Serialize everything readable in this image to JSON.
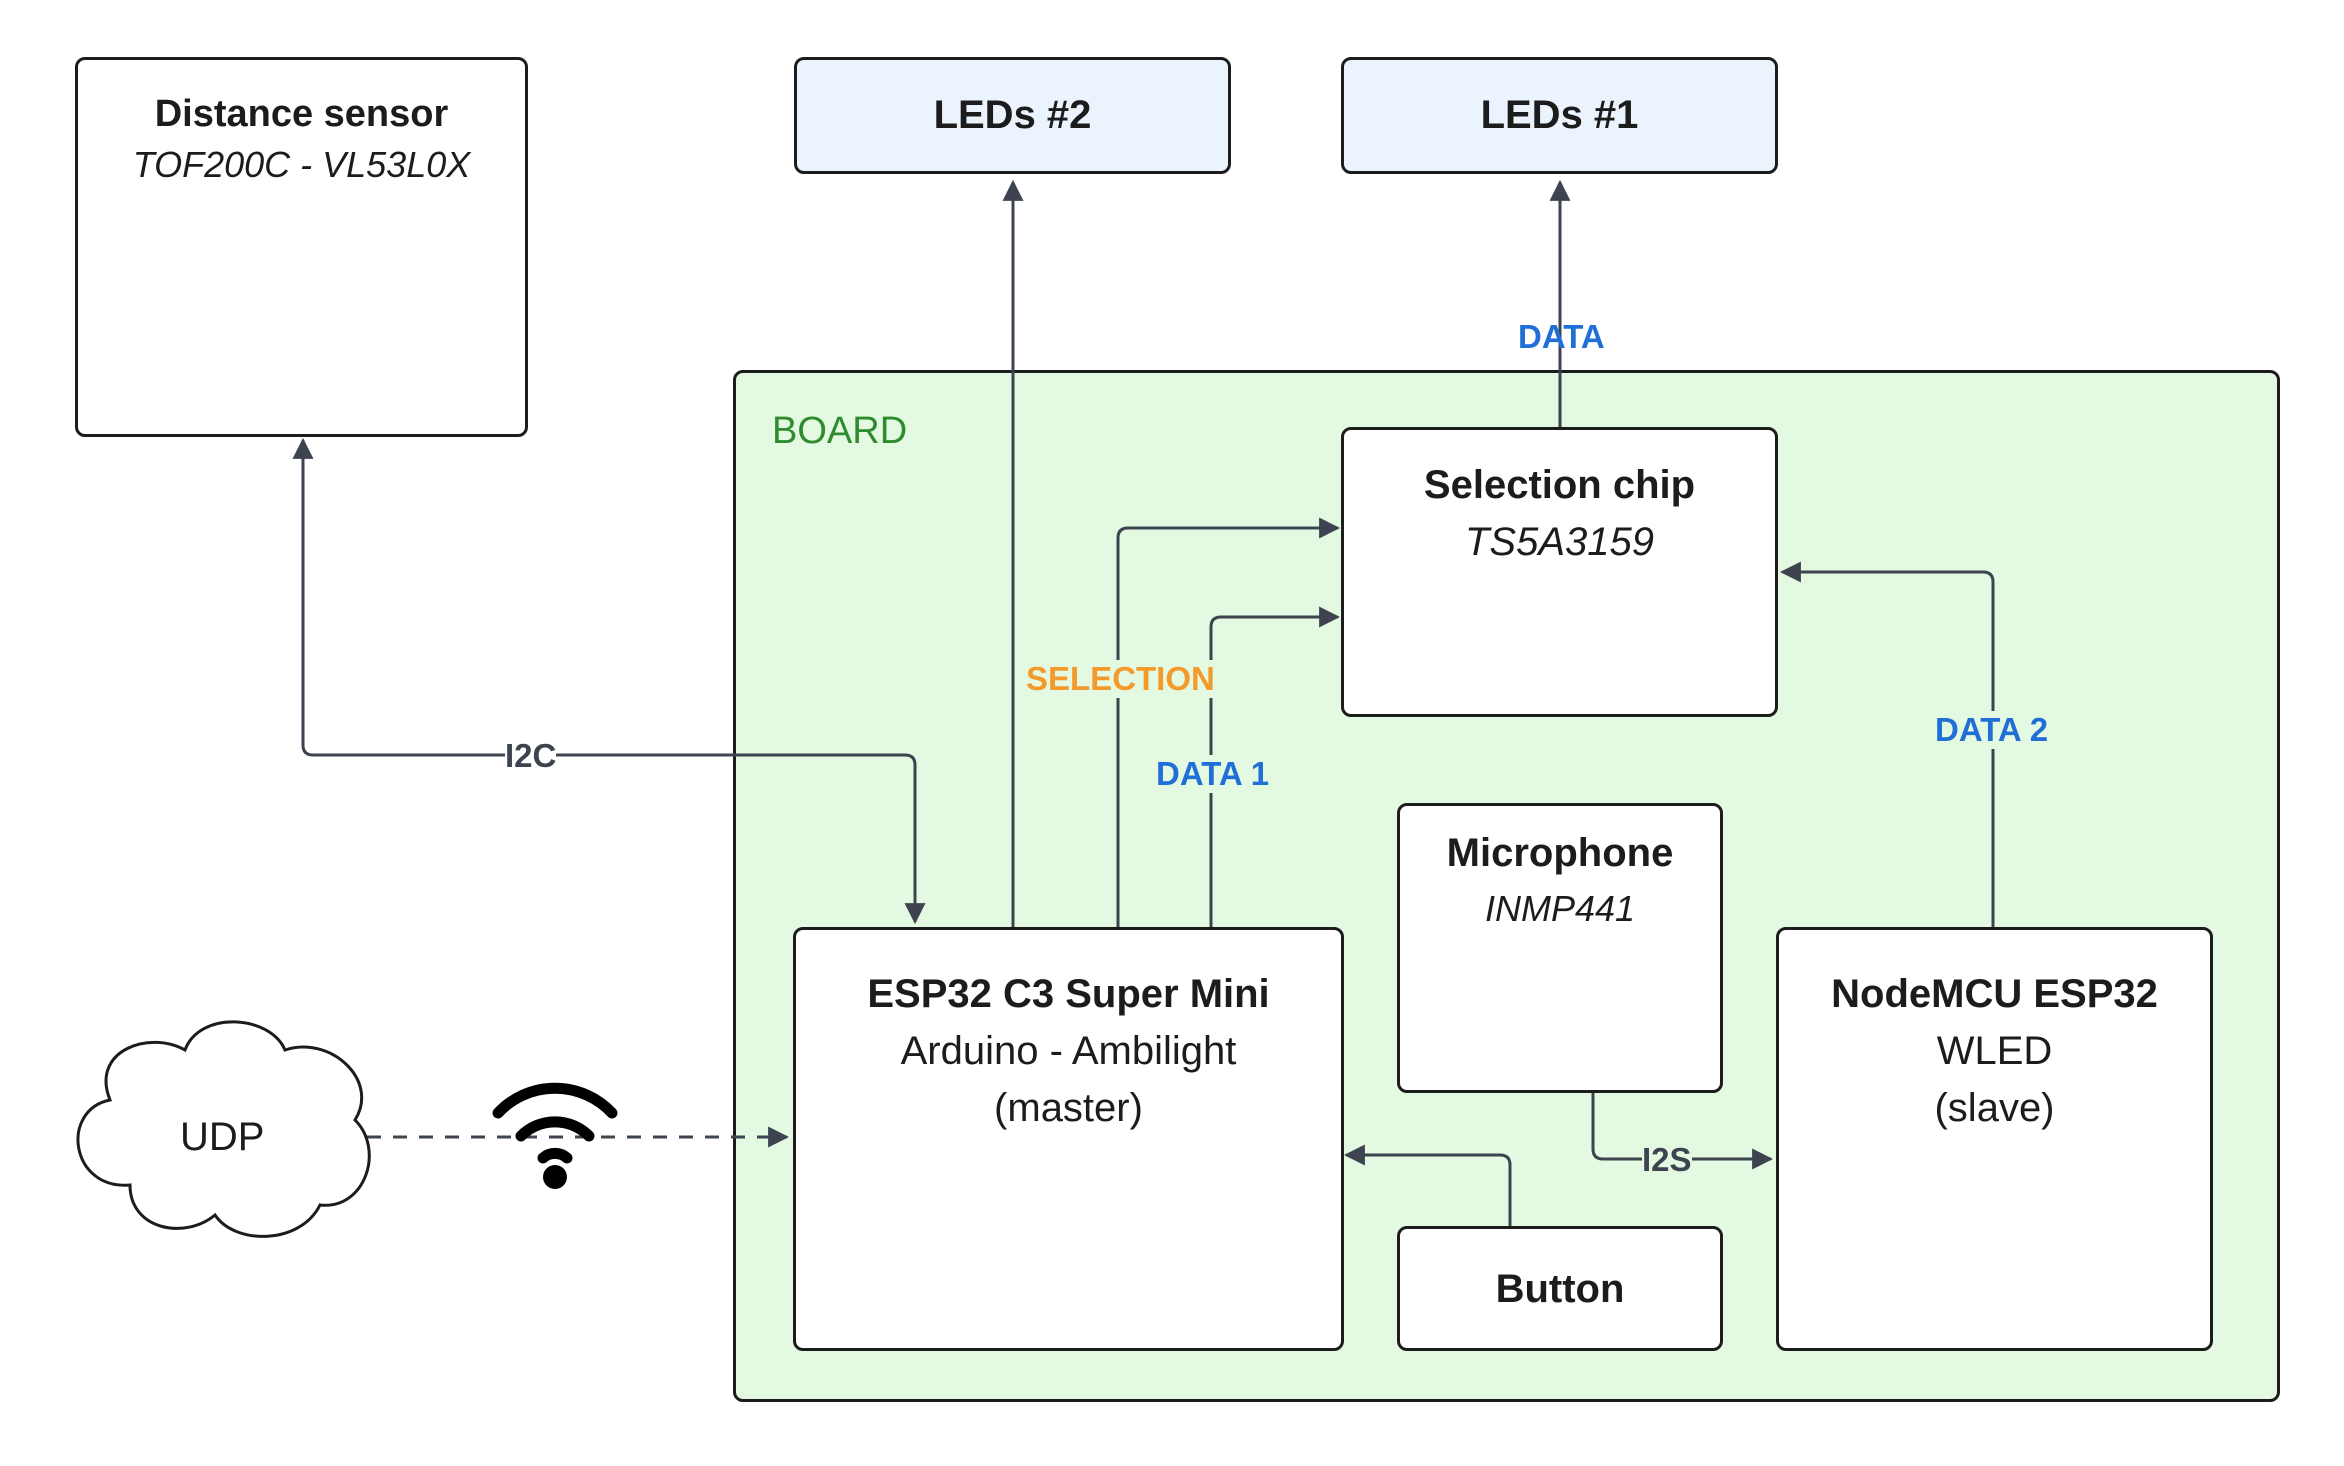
{
  "board": {
    "label": "BOARD"
  },
  "nodes": {
    "distance_sensor": {
      "title": "Distance sensor",
      "subtitle": "TOF200C - VL53L0X"
    },
    "leds2": {
      "title": "LEDs #2"
    },
    "leds1": {
      "title": "LEDs #1"
    },
    "selection_chip": {
      "title": "Selection chip",
      "subtitle": "TS5A3159"
    },
    "microphone": {
      "title": "Microphone",
      "subtitle": "INMP441"
    },
    "esp32c3": {
      "title": "ESP32 C3 Super Mini",
      "line2": "Arduino - Ambilight",
      "line3": "(master)"
    },
    "nodemcu": {
      "title": "NodeMCU ESP32",
      "line2": "WLED",
      "line3": "(slave)"
    },
    "button": {
      "title": "Button"
    },
    "udp": {
      "title": "UDP"
    }
  },
  "edges": {
    "data": "DATA",
    "selection": "SELECTION",
    "data1": "DATA 1",
    "data2": "DATA 2",
    "i2c": "I2C",
    "i2s": "I2S"
  },
  "colors": {
    "board_fill": "#e4f9e1",
    "led_fill": "#ebf3fd",
    "data_label": "#1f6fd6",
    "selection_label": "#f39a2b",
    "wire": "#3d4450"
  },
  "icons": [
    "wifi-icon",
    "sensor-board-image",
    "chip-image",
    "microphone-image",
    "esp32c3-board-image",
    "nodemcu-board-image",
    "cloud-shape"
  ]
}
